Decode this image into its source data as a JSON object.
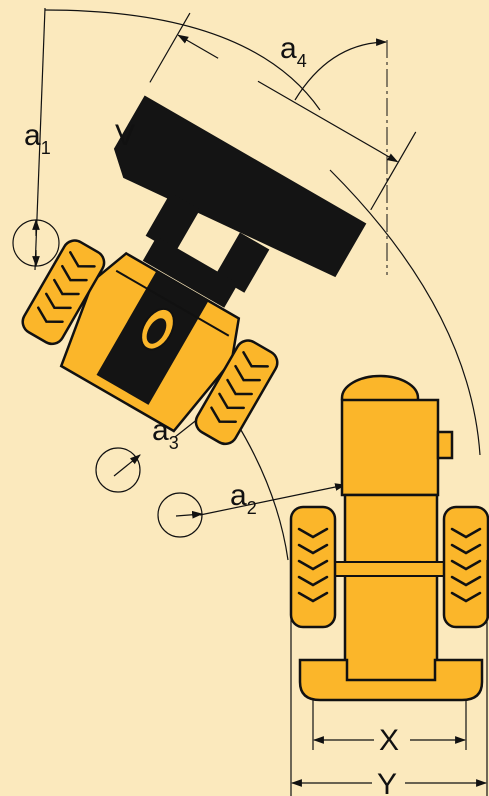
{
  "figure": {
    "background": "#fbe9bd",
    "machine_color": "#fbb62a",
    "bucket_color": "#141414"
  },
  "labels": {
    "a1_main": "a",
    "a1_sub": "1",
    "a2_main": "a",
    "a2_sub": "2",
    "a3_main": "a",
    "a3_sub": "3",
    "a4_main": "a",
    "a4_sub": "4",
    "v": "V",
    "x": "X",
    "y": "Y"
  },
  "icons": {
    "a1": "vertical-double-arrow-icon",
    "a2": "radius-arrow-icon",
    "a3": "radius-arrow-icon"
  }
}
